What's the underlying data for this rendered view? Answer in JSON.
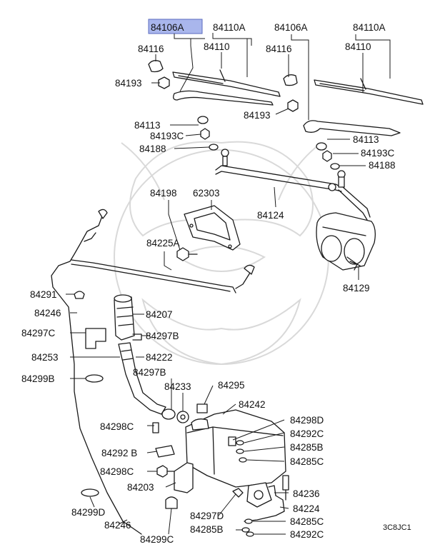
{
  "highlighted_part": "84106A",
  "diagram_code": "3C8JC1",
  "labels": {
    "p84106A_left": "84106A",
    "p84110A_left": "84110A",
    "p84106A_right": "84106A",
    "p84110A_right": "84110A",
    "p84116_left": "84116",
    "p84110_left": "84110",
    "p84116_right": "84116",
    "p84110_right": "84110",
    "p84193_left": "84193",
    "p84193_mid": "84193",
    "p84113_left": "84113",
    "p84193C_left": "84193C",
    "p84188_left": "84188",
    "p84113_right": "84113",
    "p84193C_right": "84193C",
    "p84188_right": "84188",
    "p84198": "84198",
    "p62303": "62303",
    "p84124": "84124",
    "p84225A": "84225A",
    "p84129": "84129",
    "p84291": "84291",
    "p84246_top": "84246",
    "p84207": "84207",
    "p84297C": "84297C",
    "p84297B_top": "84297B",
    "p84253": "84253",
    "p84222": "84222",
    "p84297B_mid": "84297B",
    "p84299B": "84299B",
    "p84233": "84233",
    "p84295": "84295",
    "p84242": "84242",
    "p84298C_top": "84298C",
    "p84298D": "84298D",
    "p84292C_top": "84292C",
    "p84285B_top": "84285B",
    "p84292B": "84292 B",
    "p84285C_top": "84285C",
    "p84298C_bottom": "84298C",
    "p84203": "84203",
    "p84236": "84236",
    "p84299D": "84299D",
    "p84224": "84224",
    "p84246_bottom": "84246",
    "p84297D": "84297D",
    "p84285C_bottom": "84285C",
    "p84285B_bottom": "84285B",
    "p84292C_bottom": "84292C",
    "p84299C": "84299C"
  }
}
